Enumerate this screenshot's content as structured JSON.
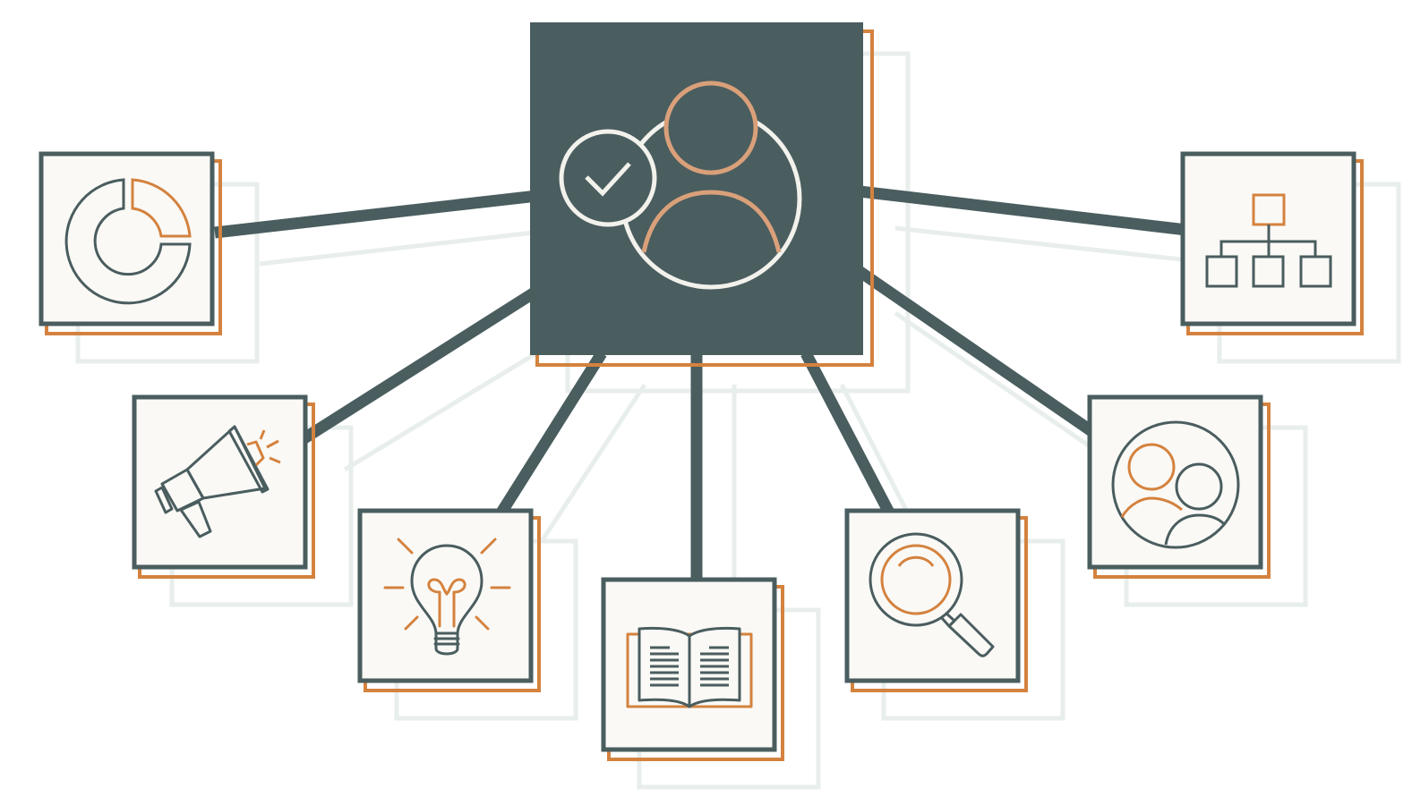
{
  "colors": {
    "slate": "#4a5d5f",
    "orange": "#d4823e",
    "orange_light": "#d9a07a",
    "shadow": "#e8eeec",
    "card_fill": "#faf9f6",
    "hub_fill": "#4a5d5f",
    "white_line": "#f2f1ec",
    "background": "#ffffff"
  },
  "hub": {
    "icon": "verified-user-icon"
  },
  "nodes": [
    {
      "id": "analytics",
      "icon": "donut-chart-icon"
    },
    {
      "id": "marketing",
      "icon": "megaphone-icon"
    },
    {
      "id": "ideas",
      "icon": "lightbulb-icon"
    },
    {
      "id": "knowledge",
      "icon": "open-book-icon"
    },
    {
      "id": "research",
      "icon": "magnifying-glass-icon"
    },
    {
      "id": "community",
      "icon": "user-group-icon"
    },
    {
      "id": "organization",
      "icon": "org-chart-icon"
    }
  ]
}
